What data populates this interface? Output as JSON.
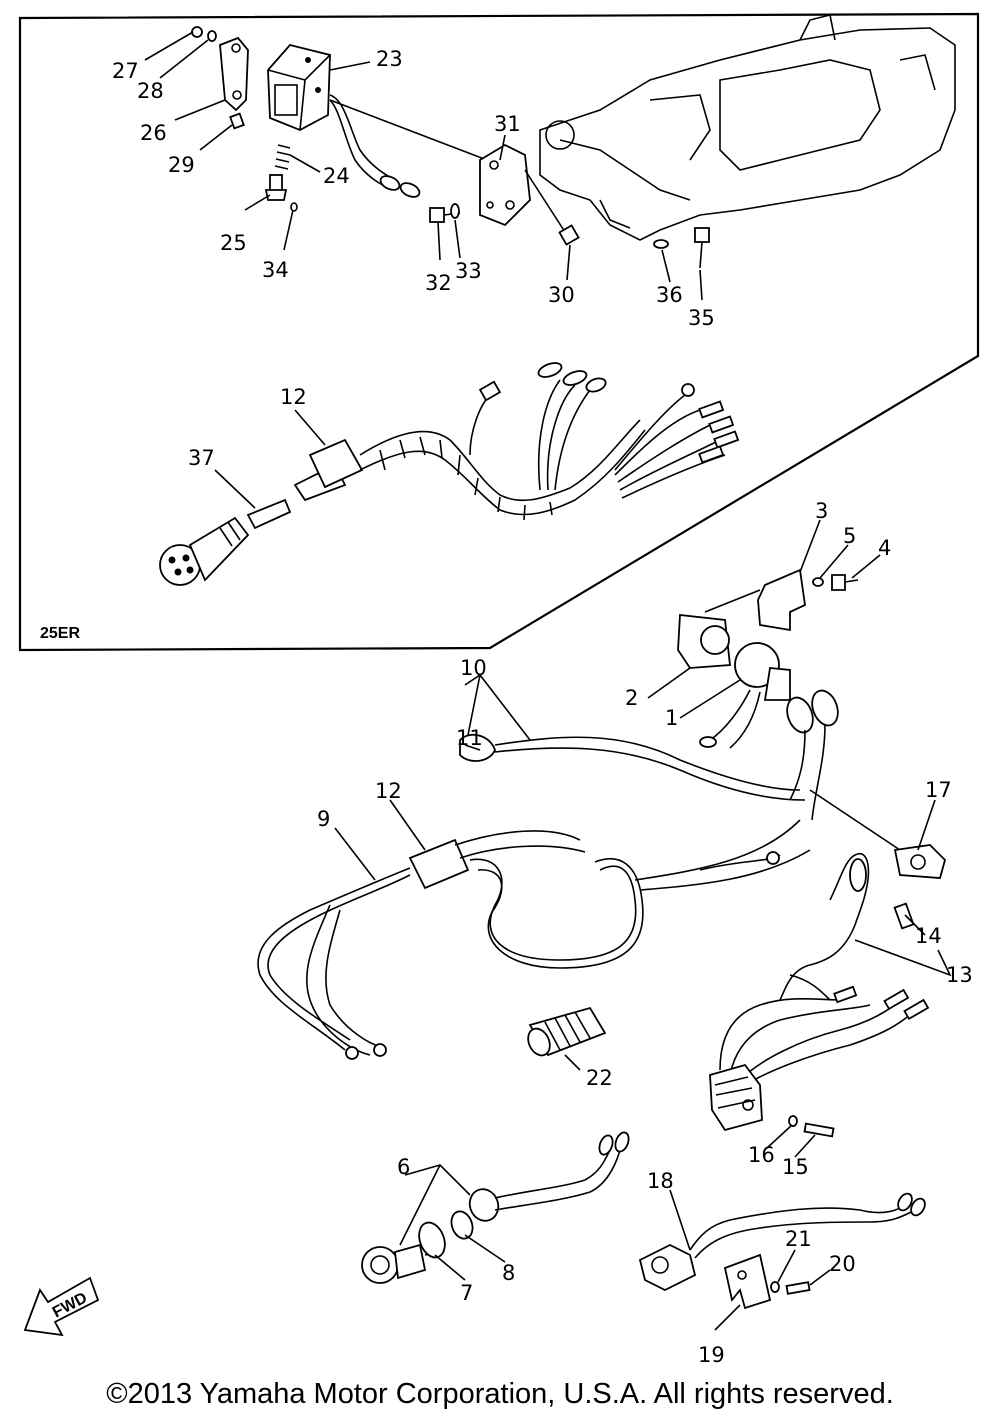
{
  "diagram": {
    "inset_label": "25ER",
    "fwd_label": "FWD",
    "callouts": {
      "c1": "1",
      "c2": "2",
      "c3": "3",
      "c4": "4",
      "c5": "5",
      "c6": "6",
      "c7": "7",
      "c8": "8",
      "c9": "9",
      "c10": "10",
      "c11": "11",
      "c12a": "12",
      "c12b": "12",
      "c13": "13",
      "c14": "14",
      "c15": "15",
      "c16": "16",
      "c17": "17",
      "c18": "18",
      "c19": "19",
      "c20": "20",
      "c21": "21",
      "c22": "22",
      "c23": "23",
      "c24": "24",
      "c25": "25",
      "c26": "26",
      "c27": "27",
      "c28": "28",
      "c29": "29",
      "c30": "30",
      "c31": "31",
      "c32": "32",
      "c33": "33",
      "c34": "34",
      "c35": "35",
      "c36": "36",
      "c37": "37"
    }
  },
  "footer": {
    "copyright": "©2013 Yamaha Motor Corporation, U.S.A. All rights reserved."
  }
}
